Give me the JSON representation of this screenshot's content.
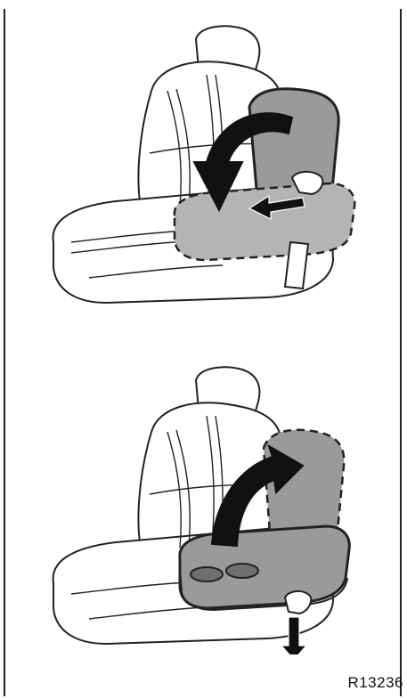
{
  "figure": {
    "reference_code": "R13236",
    "panels": [
      {
        "id": "top",
        "action": "fold-down",
        "arrow_direction": "down"
      },
      {
        "id": "bottom",
        "action": "fold-up",
        "arrow_direction": "up"
      }
    ],
    "colors": {
      "outline": "#222222",
      "seat_fill": "#ffffff",
      "console_fill": "#9a9a9a",
      "console_dark": "#6f6f6f",
      "arrow_fill": "#111111"
    }
  }
}
